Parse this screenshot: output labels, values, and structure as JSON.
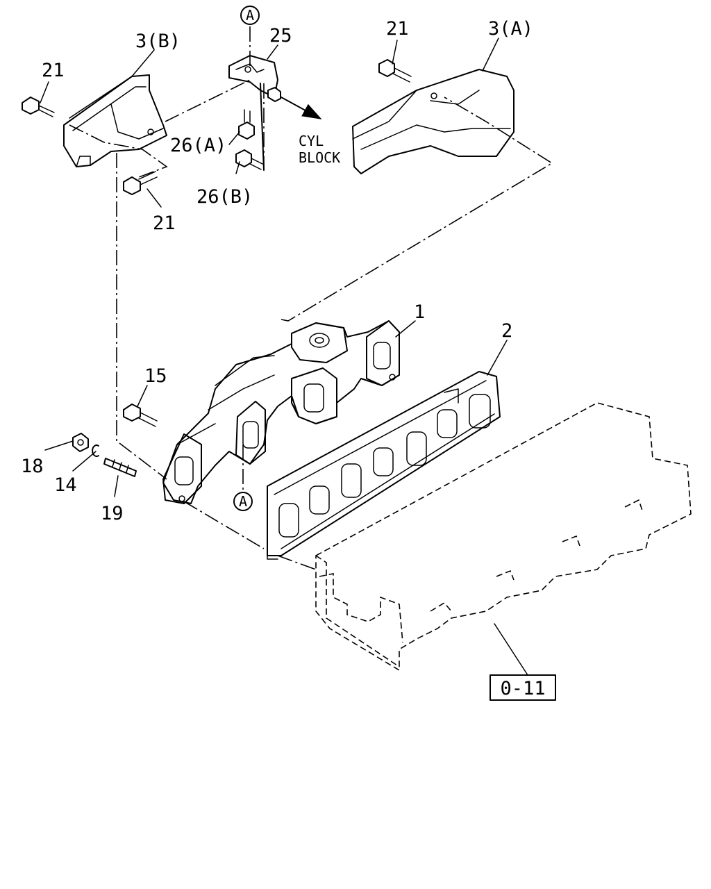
{
  "labels": {
    "part_1": "1",
    "part_2": "2",
    "part_3a": "3(A)",
    "part_3b": "3(B)",
    "part_14": "14",
    "part_15": "15",
    "part_18": "18",
    "part_19": "19",
    "part_21_top_left": "21",
    "part_21_lower": "21",
    "part_21_top_right": "21",
    "part_25": "25",
    "part_26a": "26(A)",
    "part_26b": "26(B)",
    "ref_a_top": "A",
    "ref_a_bottom": "A",
    "cyl_line1": "CYL",
    "cyl_line2": "BLOCK",
    "ref_box": "0-11"
  },
  "icons": [
    "bolt-icon",
    "nut-icon",
    "washer-icon",
    "stud-icon",
    "exhaust-manifold",
    "gasket",
    "heat-shield",
    "bracket",
    "cylinder-head",
    "arrow-icon"
  ]
}
